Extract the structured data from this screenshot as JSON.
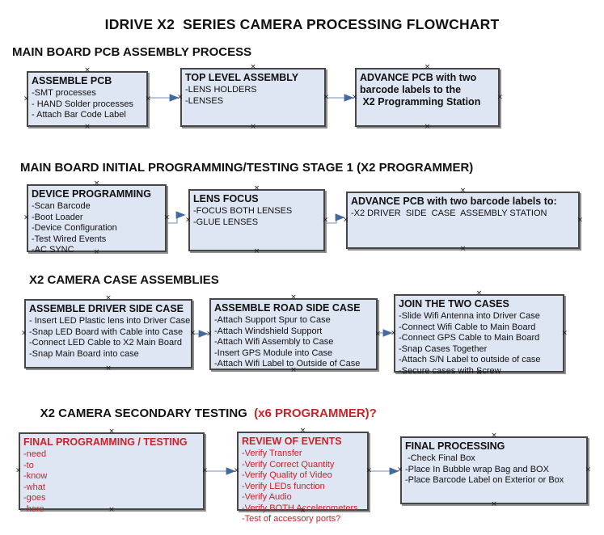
{
  "title": "IDRIVE X2  SERIES CAMERA PROCESSING FLOWCHART",
  "anchor_glyph": "×",
  "colors": {
    "box_fill": "#dde6f2",
    "box_border": "#464646",
    "red": "#cc2128",
    "arrow_line": "#9fb4d2",
    "arrow_head": "#44699e"
  },
  "sections": [
    {
      "heading": "MAIN BOARD PCB ASSEMBLY PROCESS",
      "boxes": [
        {
          "title": "ASSEMBLE PCB",
          "lines": [
            "-SMT processes",
            "- HAND Solder processes",
            "- Attach Bar Code Label"
          ]
        },
        {
          "title": "TOP LEVEL ASSEMBLY",
          "lines": [
            "-LENS HOLDERS",
            "-LENSES"
          ]
        },
        {
          "title": "ADVANCE PCB with two\nbarcode labels to the\n X2 Programming Station",
          "lines": []
        }
      ]
    },
    {
      "heading": "MAIN BOARD INITIAL PROGRAMMING/TESTING STAGE 1 (X2 PROGRAMMER)",
      "boxes": [
        {
          "title": "DEVICE PROGRAMMING",
          "lines": [
            "-Scan Barcode",
            "-Boot Loader",
            "-Device Configuration",
            "-Test Wired Events",
            "-AC SYNC"
          ]
        },
        {
          "title": "LENS FOCUS",
          "lines": [
            "-FOCUS BOTH LENSES",
            "-GLUE LENSES"
          ]
        },
        {
          "title": "ADVANCE PCB with two barcode labels to:",
          "lines": [
            "-X2 DRIVER  SIDE  CASE  ASSEMBLY STATION"
          ]
        }
      ]
    },
    {
      "heading": "X2 CAMERA CASE ASSEMBLIES",
      "boxes": [
        {
          "title": "ASSEMBLE DRIVER SIDE CASE",
          "lines": [
            "- Insert LED Plastic lens into Driver Case",
            "-Snap LED Board with Cable into Case",
            "-Connect LED Cable to X2 Main Board",
            "-Snap Main Board into case"
          ]
        },
        {
          "title": "ASSEMBLE ROAD SIDE CASE",
          "lines": [
            "-Attach Support Spur to Case",
            "-Attach Windshield Support",
            "-Attach Wifi Assembly to Case",
            "-Insert GPS Module into Case",
            "-Attach Wifi Label to Outside of Case"
          ]
        },
        {
          "title": "JOIN THE TWO CASES",
          "lines": [
            "-Slide Wifi Antenna into Driver Case",
            "-Connect Wifi Cable to Main Board",
            "-Connect GPS Cable to Main Board",
            "-Snap Cases Together",
            "-Attach S/N Label to outside of case",
            "-Secure cases with Screw"
          ]
        }
      ]
    },
    {
      "heading": "X2 CAMERA SECONDARY TESTING  ",
      "heading_red": "(x6 PROGRAMMER)?",
      "boxes": [
        {
          "title": "FINAL PROGRAMMING / TESTING",
          "lines": [
            "-need",
            "-to",
            "-know",
            "-what",
            "-goes",
            "-here"
          ]
        },
        {
          "title": "REVIEW OF EVENTS",
          "lines": [
            "-Verify Transfer",
            "-Verify Correct Quantity",
            "-Verify Quality of Video",
            "-Verify LEDs function",
            "-Verify Audio",
            "-Verify BOTH Accelerometers",
            "-Test of accessory ports?"
          ]
        },
        {
          "title": "FINAL PROCESSING",
          "lines": [
            " -Check Final Box",
            "-Place In Bubble wrap Bag and BOX",
            "-Place Barcode Label on Exterior or Box"
          ]
        }
      ]
    }
  ]
}
